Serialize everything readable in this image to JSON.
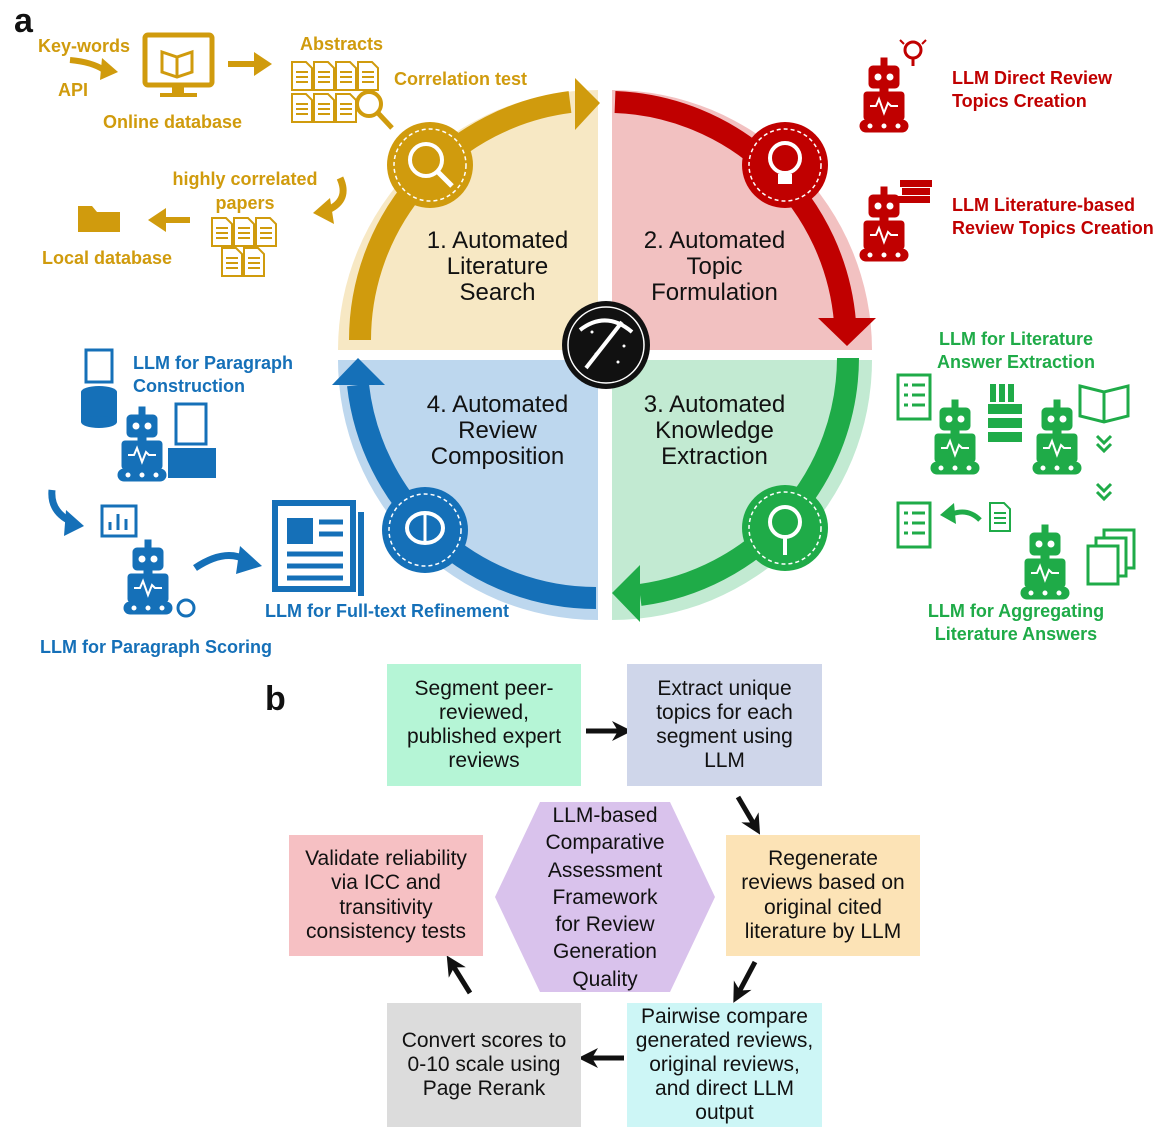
{
  "panel_a": {
    "letter": "a",
    "quadrants": {
      "search": [
        "1. Automated",
        "Literature",
        "Search"
      ],
      "topic": [
        "2. Automated",
        "Topic",
        "Formulation"
      ],
      "extraction": [
        "3. Automated",
        "Knowledge",
        "Extraction"
      ],
      "composition": [
        "4. Automated",
        "Review",
        "Composition"
      ]
    },
    "search_labels": {
      "keywords": "Key-words",
      "api": "API",
      "online_db": "Online database",
      "abstracts": "Abstracts",
      "correlation": "Correlation test",
      "highly_correlated": [
        "highly correlated",
        "papers"
      ],
      "local_db": "Local database"
    },
    "topic_labels": {
      "direct": [
        "LLM Direct Review",
        "Topics Creation"
      ],
      "literature_based": [
        "LLM Literature-based",
        "Review Topics Creation"
      ]
    },
    "extraction_labels": {
      "answer_extraction": [
        "LLM for Literature",
        "Answer Extraction"
      ],
      "aggregating": [
        "LLM for Aggregating",
        "Literature Answers"
      ]
    },
    "composition_labels": {
      "paragraph_construction": [
        "LLM for Paragraph",
        "Construction"
      ],
      "paragraph_scoring": "LLM for Paragraph Scoring",
      "fulltext_refinement": "LLM for Full-text Refinement"
    },
    "colors": {
      "gold": "#d09b0d",
      "red": "#c00000",
      "green": "#1fab48",
      "blue": "#1570b8"
    }
  },
  "panel_b": {
    "letter": "b",
    "boxes": {
      "segment": "Segment peer-reviewed, published expert reviews",
      "extract": "Extract unique topics for each segment using LLM",
      "regenerate": "Regenerate reviews based on original cited literature by LLM",
      "pairwise": "Pairwise compare generated reviews, original reviews, and direct LLM output",
      "convert": "Convert scores to 0-10 scale using Page Rerank",
      "validate": "Validate reliability via ICC and transitivity consistency tests"
    },
    "center": [
      "LLM-based",
      "Comparative",
      "Assessment",
      "Framework",
      "for Review",
      "Generation",
      "Quality"
    ],
    "colors": {
      "segment": "#b5f5d6",
      "extract": "#cfd6ea",
      "regenerate": "#fce3b6",
      "pairwise": "#cdf6f6",
      "convert": "#dcdcdc",
      "validate": "#f6c0c3",
      "hexagon": "#d9c2ec"
    }
  }
}
